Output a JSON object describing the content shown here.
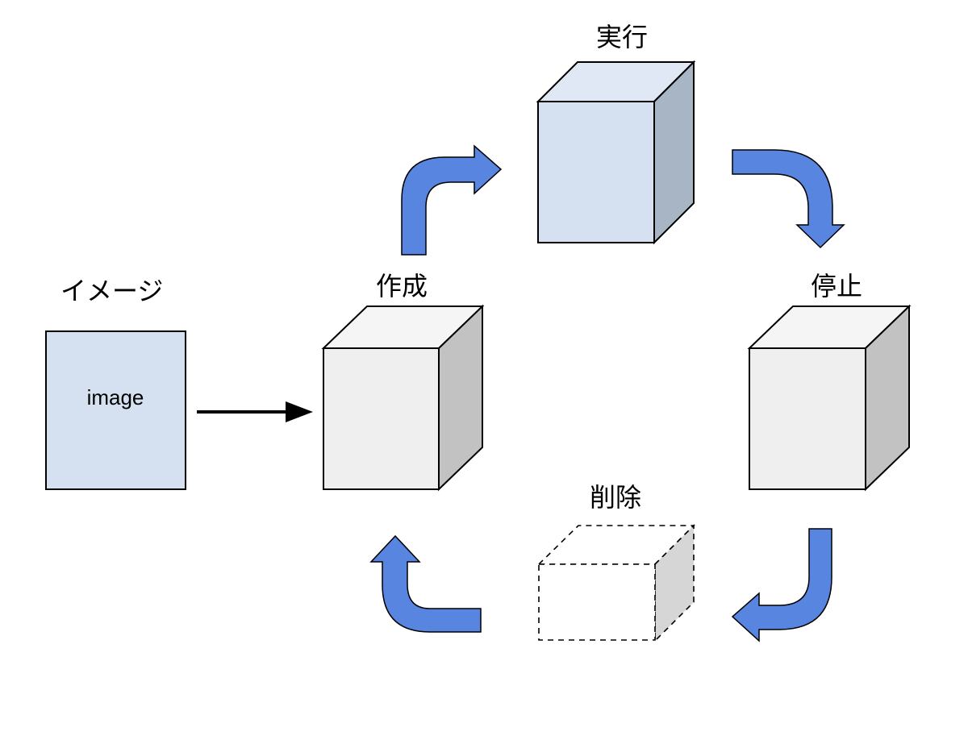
{
  "labels": {
    "image_title": "イメージ",
    "image_box_text": "image",
    "create": "作成",
    "run": "実行",
    "stop": "停止",
    "delete": "削除"
  },
  "colors": {
    "image_box_fill": "#d5e1f1",
    "container_front": "#efefef",
    "container_top": "#f5f5f5",
    "container_side": "#c2c2c2",
    "running_front": "#d5e1f1",
    "running_top": "#dfe8f4",
    "running_side": "#a8b5c4",
    "deleted_side": "#d6d6d6",
    "arrow_blue": "#5785e0"
  },
  "icons": {
    "flow_arrow": "arrow-right",
    "cycle_arrows": "curved-arrow"
  }
}
